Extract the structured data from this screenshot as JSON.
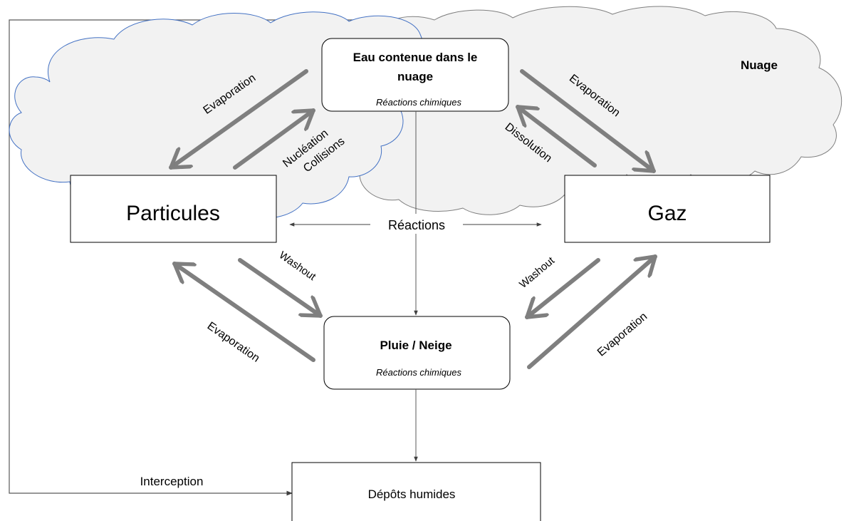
{
  "labels": {
    "cloud": "Nuage",
    "cloud_water_line1": "Eau contenue dans le",
    "cloud_water_line2": "nuage",
    "cloud_water_sub": "Réactions chimiques",
    "particles": "Particules",
    "gas": "Gaz",
    "reactions": "Réactions",
    "rain": "Pluie / Neige",
    "rain_sub": "Réactions chimiques",
    "deposits": "Dépôts humides",
    "interception": "Interception",
    "evap_tl": "Evaporation",
    "nucleation": "Nucléation",
    "collisions": "Collisions",
    "evap_tr": "Evaporation",
    "dissolution": "Dissolution",
    "washout_l": "Washout",
    "evap_bl": "Evaporation",
    "washout_r": "Washout",
    "evap_br": "Evaporation"
  },
  "colors": {
    "thick_arrow": "#7f7f7f",
    "cloud_fill": "#f2f2f2",
    "cloud_left_stroke": "#4472c4",
    "cloud_right_stroke": "#7f7f7f",
    "line": "#595959"
  }
}
